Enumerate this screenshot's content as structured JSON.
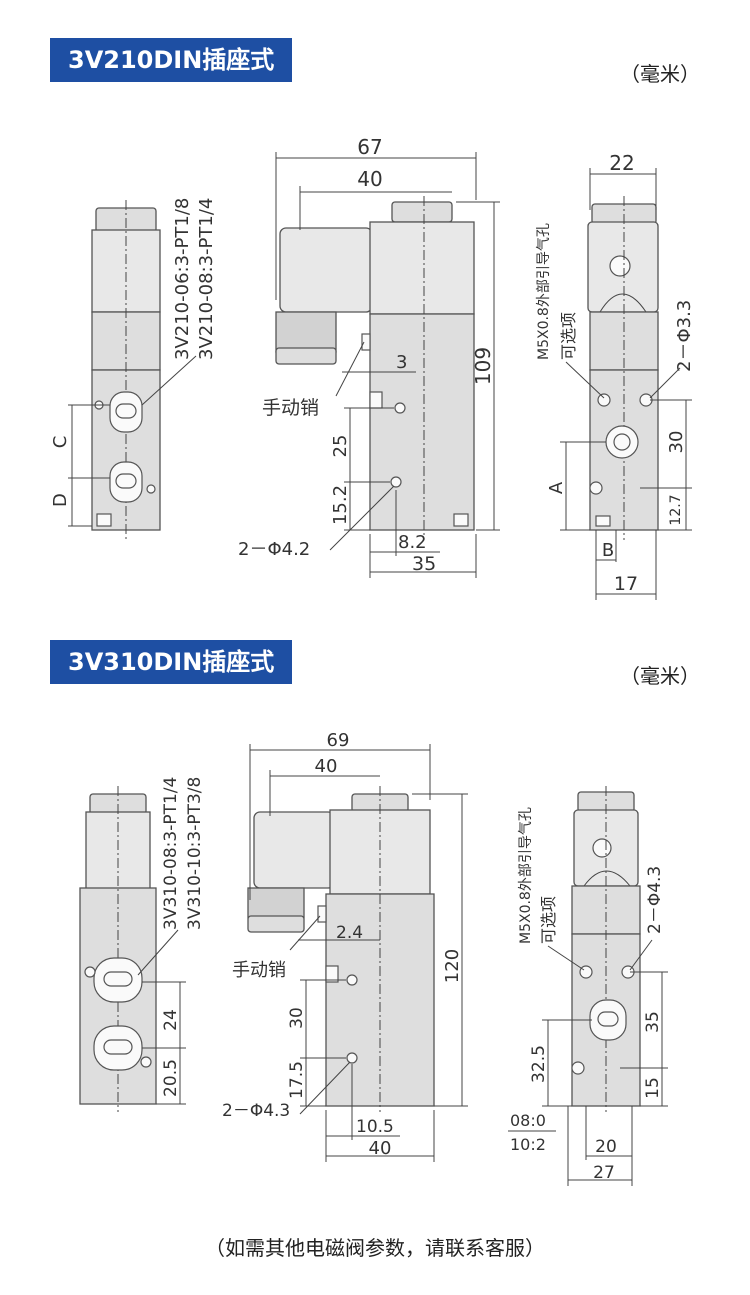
{
  "sections": [
    {
      "title": "3V210DIN插座式",
      "unit": "（毫米）",
      "side_view": {
        "model_1": "3V210-06:3-PT1/8",
        "model_2": "3V210-08:3-PT1/4",
        "port_c": "C",
        "port_d": "D"
      },
      "front_view": {
        "dim_overall_width": "67",
        "dim_coil_width": "40",
        "dim_height": "109",
        "dim_pin": "3",
        "manual_pin_label": "手动销",
        "dim_hole_pitch": "25",
        "dim_hole_bottom": "15.2",
        "mount_hole": "2－Φ4.2",
        "dim_offset": "8.2",
        "dim_base": "35"
      },
      "end_view": {
        "dim_width": "22",
        "pilot_port": "M5X0.8外部引导气孔",
        "optional": "可选项",
        "mount_hole": "2－Φ3.3",
        "dim_hole_pitch": "30",
        "port_a": "A",
        "port_b": "B",
        "dim_bottom": "12.7",
        "dim_base": "17"
      }
    },
    {
      "title": "3V310DIN插座式",
      "unit": "（毫米）",
      "side_view": {
        "model_1": "3V310-08:3-PT1/4",
        "model_2": "3V310-10:3-PT3/8",
        "dim_port_pitch": "24",
        "dim_port_bottom": "20.5"
      },
      "front_view": {
        "dim_overall_width": "69",
        "dim_coil_width": "40",
        "dim_height": "120",
        "dim_pin": "2.4",
        "manual_pin_label": "手动销",
        "dim_hole_pitch": "30",
        "dim_hole_bottom": "17.5",
        "mount_hole": "2－Φ4.3",
        "dim_offset": "10.5",
        "dim_base": "40"
      },
      "end_view": {
        "pilot_port": "M5X0.8外部引导气孔",
        "optional": "可选项",
        "mount_hole": "2－Φ4.3",
        "dim_hole_pitch": "35",
        "dim_port": "32.5",
        "dim_bottom": "15",
        "thread_1": "08:0",
        "thread_2": "10:2",
        "dim_inner": "20",
        "dim_base": "27"
      }
    }
  ],
  "footer": "（如需其他电磁阀参数，请联系客服）"
}
